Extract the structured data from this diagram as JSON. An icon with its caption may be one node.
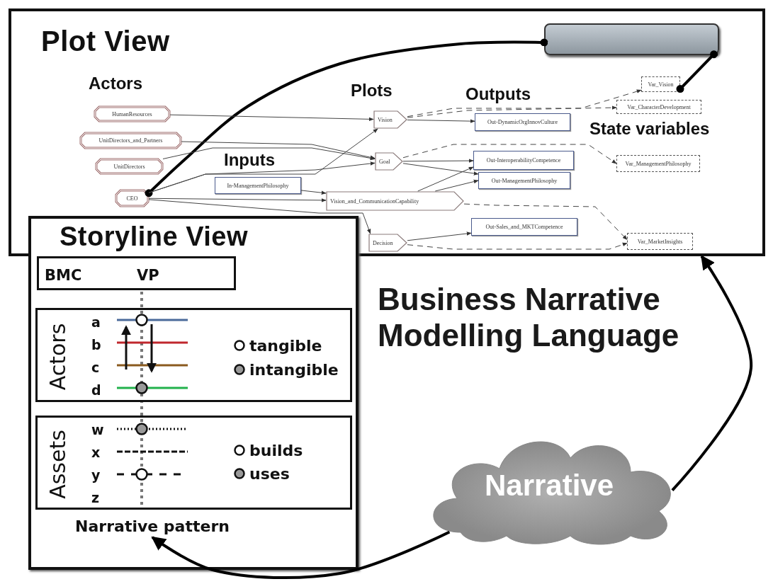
{
  "diagram": {
    "nodes": [
      {
        "text": [
          "Plot View"
        ]
      },
      {
        "text": [],
        "shape": "box",
        "in": 0
      },
      {
        "text": [
          "HumanResources"
        ],
        "in": 0
      },
      {
        "text": [
          "UnitDirectors_and_Partners"
        ],
        "in": 0
      },
      {
        "text": [
          "UnitDirectors"
        ],
        "in": 0
      },
      {
        "text": [
          "CEO"
        ],
        "in": 0
      },
      {
        "text": [
          "In-ManagementPhilosophy"
        ],
        "in": 0
      },
      {
        "text": [
          "Vision"
        ],
        "in": 0
      },
      {
        "text": [
          "Goal"
        ],
        "in": 0
      },
      {
        "text": [
          "Vision_and_CommunicationCapability"
        ],
        "in": 0
      },
      {
        "text": [
          "Decision"
        ],
        "in": 0
      },
      {
        "text": [
          "Out-DynamicOrgInnovCulture"
        ],
        "in": 0
      },
      {
        "text": [
          "Out-InteroperabilityCompetence"
        ],
        "in": 0
      },
      {
        "text": [
          "Out-ManagementPhilosophy"
        ],
        "in": 0
      },
      {
        "text": [
          "Out-Sales_and_MKTCompetence"
        ],
        "in": 0
      },
      {
        "text": [
          "Var_Vision"
        ],
        "in": 0
      },
      {
        "text": [
          "Var_CharacterDevelopment"
        ],
        "in": 0
      },
      {
        "text": [
          "Var_ManagementPhilosophy"
        ],
        "in": 0
      },
      {
        "text": [
          "Var_MarketInsights"
        ],
        "in": 0
      },
      {
        "text": [
          "Storyline View"
        ]
      },
      {
        "text": [
          "BMC",
          "VP"
        ],
        "in": 19
      },
      {
        "text": [
          "Actors",
          "a",
          "b",
          "c",
          "d"
        ],
        "in": 19
      },
      {
        "text": [
          "Assets",
          "w",
          "x",
          "y",
          "z"
        ],
        "in": 19
      },
      {
        "text": [
          "Narrative pattern"
        ],
        "in": 19
      },
      {
        "text": [
          "Narrative"
        ]
      }
    ],
    "edges": [
      {
        "from": 5,
        "to": 1,
        "arrow": "other",
        "style": "thick",
        "color": "#000000"
      },
      {
        "from": 1,
        "to": 15,
        "arrow": "other",
        "style": "thick",
        "color": "#000000"
      },
      {
        "from": 24,
        "to": 0,
        "arrow": "to",
        "style": "thick",
        "color": "#000000"
      },
      {
        "from": 24,
        "to": 23,
        "arrow": "to",
        "style": "thick",
        "color": "#000000"
      },
      {
        "from": 2,
        "to": 7,
        "arrow": "to"
      },
      {
        "from": 3,
        "to": 8,
        "arrow": "to"
      },
      {
        "from": 4,
        "to": 8,
        "arrow": "to"
      },
      {
        "from": 5,
        "to": 7,
        "arrow": "to"
      },
      {
        "from": 5,
        "to": 8,
        "arrow": "to"
      },
      {
        "from": 5,
        "to": 9,
        "arrow": "to"
      },
      {
        "from": 5,
        "to": 10,
        "arrow": "to"
      },
      {
        "from": 6,
        "to": 9,
        "arrow": "to"
      },
      {
        "from": 7,
        "to": 11,
        "arrow": "to"
      },
      {
        "from": 8,
        "to": 12,
        "arrow": "to"
      },
      {
        "from": 8,
        "to": 13,
        "arrow": "to"
      },
      {
        "from": 9,
        "to": 12,
        "arrow": "to"
      },
      {
        "from": 9,
        "to": 13,
        "arrow": "to"
      },
      {
        "from": 10,
        "to": 14,
        "arrow": "to"
      },
      {
        "from": 7,
        "to": 15,
        "arrow": "to",
        "style": "dashed"
      },
      {
        "from": 7,
        "to": 16,
        "arrow": "to",
        "style": "dashed"
      },
      {
        "from": 8,
        "to": 17,
        "arrow": "to",
        "style": "dashed"
      },
      {
        "from": 9,
        "to": 18,
        "arrow": "to",
        "style": "dashed"
      },
      {
        "from": 10,
        "to": 18,
        "arrow": "to",
        "style": "dashed"
      }
    ],
    "labels": [
      "Actors",
      "Plots",
      "Outputs",
      "Inputs",
      "State variables",
      "Business Narrative Modelling Language"
    ],
    "legend": [
      {
        "text": "tangible"
      },
      {
        "text": "intangible"
      },
      {
        "text": "builds"
      },
      {
        "text": "uses"
      }
    ]
  }
}
